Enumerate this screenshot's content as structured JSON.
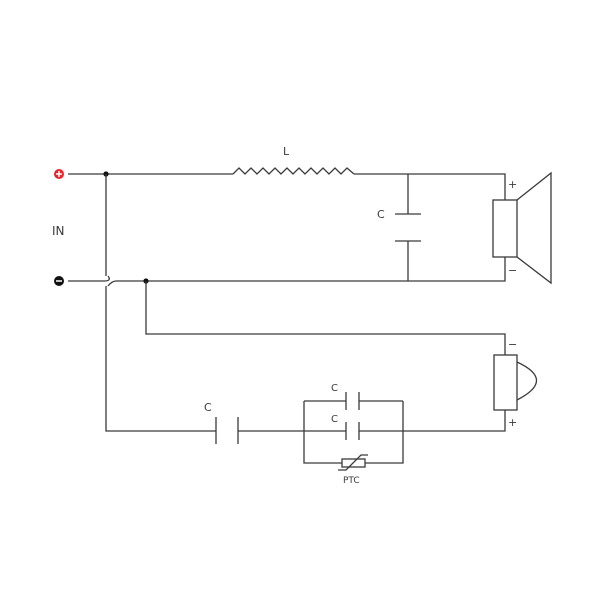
{
  "diagram": {
    "type": "two-way passive crossover schematic",
    "input": {
      "label": "IN",
      "positive_terminal": "+",
      "negative_terminal": "−",
      "positive_color": "#e8262d",
      "negative_color": "#111111"
    },
    "woofer_branch": {
      "inductor_label": "L",
      "shunt_capacitor_label": "C",
      "speaker": "woofer-icon",
      "polarity_top": "+",
      "polarity_bottom": "−"
    },
    "tweeter_branch": {
      "series_capacitor_label": "C",
      "parallel_capacitor_1_label": "C",
      "parallel_capacitor_2_label": "C",
      "ptc_label": "PTC",
      "speaker": "tweeter-icon",
      "polarity_top": "−",
      "polarity_bottom": "+"
    },
    "wire_color": "#3a3a3a"
  }
}
